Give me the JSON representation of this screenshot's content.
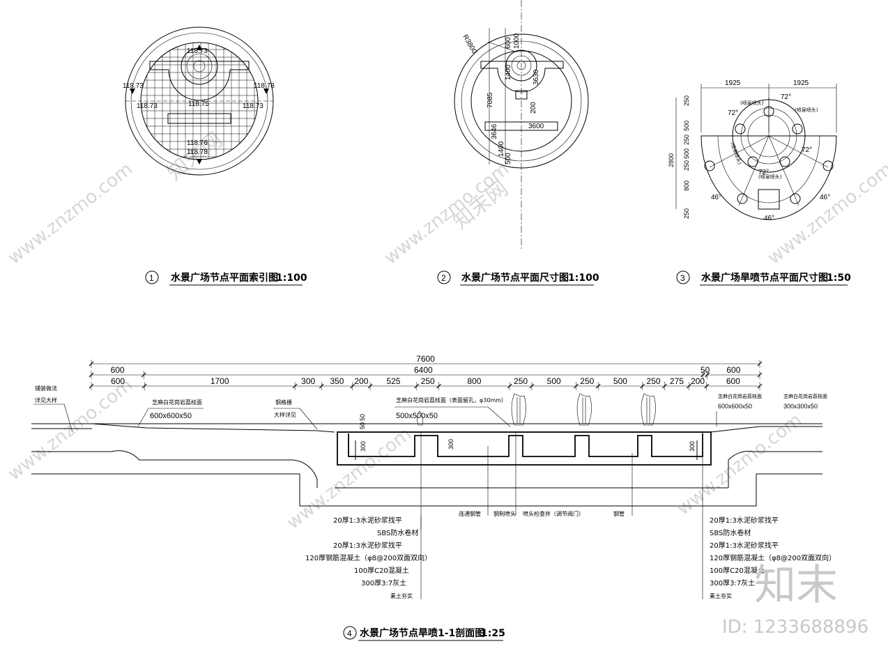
{
  "watermarks": {
    "site_a": "www.znzmo.com",
    "site_b": "知末网",
    "brand": "知末",
    "id": "ID: 1233688896"
  },
  "plan1": {
    "index": "1",
    "title": "水景广场节点平面索引图",
    "scale": "1:100",
    "levels": {
      "top": "118.73",
      "left_upper": "118.73",
      "left_lower": "118.73",
      "right_upper": "118.78",
      "right_lower": "118.73",
      "center": "118.75",
      "bottom_upper": "118.76",
      "bottom_lower": "118.78"
    }
  },
  "plan2": {
    "index": "2",
    "title": "水景广场节点平面尺寸图",
    "scale": "1:100",
    "radius": "R3800",
    "dims": {
      "total": "7085",
      "a": "3646",
      "b": "1400",
      "c": "3600",
      "d": "3630",
      "e": "200",
      "f": "1400",
      "g": "600",
      "h": "1000",
      "i": "500"
    }
  },
  "plan3": {
    "index": "3",
    "title": "水景广场旱喷节点平面尺寸图",
    "scale": "1:50",
    "top_dims": [
      "1925",
      "1925"
    ],
    "side_dims": [
      "250",
      "500",
      "250",
      "500",
      "250",
      "800",
      "250"
    ],
    "overall": "2800",
    "angles": [
      "72°",
      "72°",
      "72°",
      "72°",
      "46°",
      "46°",
      "46°"
    ],
    "notes": [
      "(喷泉喷头)",
      "(喷泉喷头)",
      "(喷泉喷头)",
      "(喷泉喷头)"
    ]
  },
  "section": {
    "index": "4",
    "title": "水景广场节点旱喷1-1剖面图",
    "scale": "1:25",
    "dim_row1": [
      {
        "v": "7600",
        "w": 7600
      }
    ],
    "dim_row2": [
      {
        "v": "600",
        "w": 600
      },
      {
        "v": "6400",
        "w": 6400
      },
      {
        "v": "50",
        "w": 50
      },
      {
        "v": "600",
        "w": 600
      }
    ],
    "dim_row3": [
      {
        "v": "600",
        "w": 600
      },
      {
        "v": "1700",
        "w": 1700
      },
      {
        "v": "300",
        "w": 300
      },
      {
        "v": "350",
        "w": 350
      },
      {
        "v": "200",
        "w": 200
      },
      {
        "v": "525",
        "w": 525
      },
      {
        "v": "250",
        "w": 250
      },
      {
        "v": "800",
        "w": 800
      },
      {
        "v": "250",
        "w": 250
      },
      {
        "v": "500",
        "w": 500
      },
      {
        "v": "250",
        "w": 250
      },
      {
        "v": "500",
        "w": 500
      },
      {
        "v": "250",
        "w": 250
      },
      {
        "v": "275",
        "w": 275
      },
      {
        "v": "200",
        "w": 200
      },
      {
        "v": "600",
        "w": 600
      }
    ],
    "callouts": {
      "left_edge": "铺装做法",
      "left_edge2": "详见大样",
      "paving_left": "芝麻白花岗岩荔枝面",
      "paving_left_size": "600x600x50",
      "grate": "钢格栅",
      "grate2": "大样详见",
      "paving_center": "芝麻白花岗岩荔枝面（表面留孔，φ30mm）",
      "paving_center_size": "500x500x50",
      "paving_right1": "芝麻白花岗岩荔枝面",
      "paving_right1_size": "600x600x50",
      "paving_right2": "芝麻白花岗岩荔枝面",
      "paving_right2_size": "300x300x50"
    },
    "vert_dims": [
      "50",
      "50",
      "300",
      "300",
      "300"
    ],
    "pipes": [
      "连通钢管",
      "钢制喷头",
      "喷头检查井（调节阀门）",
      "钢管"
    ],
    "layers_left": [
      "20厚1:3水泥砂浆找平",
      "SBS防水卷材",
      "20厚1:3水泥砂浆找平",
      "120厚钢筋混凝土（φ8@200双面双向）",
      "100厚C20混凝土",
      "300厚3:7灰土",
      "素土夯实"
    ],
    "layers_right": [
      "20厚1:3水泥砂浆找平",
      "SBS防水卷材",
      "20厚1:3水泥砂浆找平",
      "120厚钢筋混凝土（φ8@200双面双向）",
      "100厚C20混凝土",
      "300厚3:7灰土",
      "素土夯实"
    ]
  }
}
